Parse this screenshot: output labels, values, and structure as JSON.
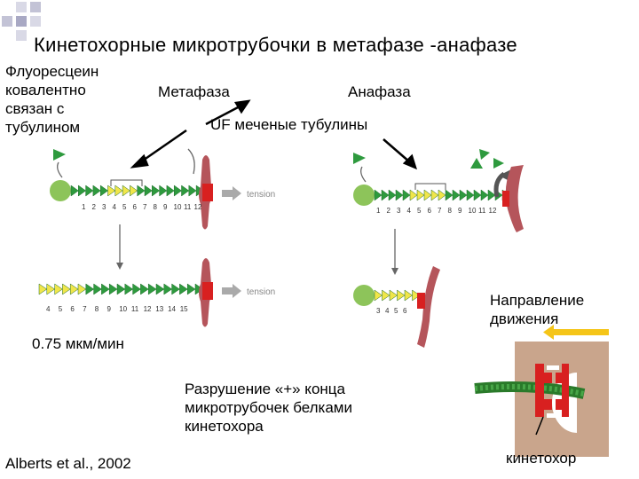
{
  "title": "Кинетохорные микротрубочки в метафазе -анафазе",
  "left_label": [
    "Флуоресцеин",
    "ковалентно",
    "связан с",
    "тубулином"
  ],
  "phase_metaphase": "Метафаза",
  "phase_anaphase": "Анафаза",
  "uf_label": "UF меченые тубулины",
  "rate_label": "0.75 мкм/мин",
  "direction_label": [
    "Направление",
    "движения"
  ],
  "destruction_label": [
    "Разрушение «+» конца",
    "микротрубочек белками",
    "кинетохора"
  ],
  "citation": "Alberts et al., 2002",
  "kinetochore_label": "кинетохор",
  "tension_text": "tension",
  "numbers_top": [
    "1",
    "2",
    "3",
    "4",
    "5",
    "6",
    "7",
    "8",
    "9",
    "10",
    "11",
    "12"
  ],
  "numbers_bottom": [
    "4",
    "5",
    "6",
    "7",
    "8",
    "9",
    "10",
    "11",
    "12",
    "13",
    "14",
    "15"
  ],
  "numbers_anaphase_top": [
    "1",
    "2",
    "3",
    "4",
    "5",
    "6",
    "7",
    "8",
    "9",
    "10",
    "11",
    "12"
  ],
  "numbers_anaphase_bottom": [
    "3",
    "4",
    "5",
    "6"
  ],
  "colors": {
    "tubulin_green": "#2e9a3e",
    "label_yellow": "#f0e64a",
    "chromosome": "#b5555b",
    "kinetochore_red": "#d82020",
    "bead": "#8dc45a",
    "arrow_yellow": "#f5c518",
    "panel_tan": "#c9a58c"
  }
}
